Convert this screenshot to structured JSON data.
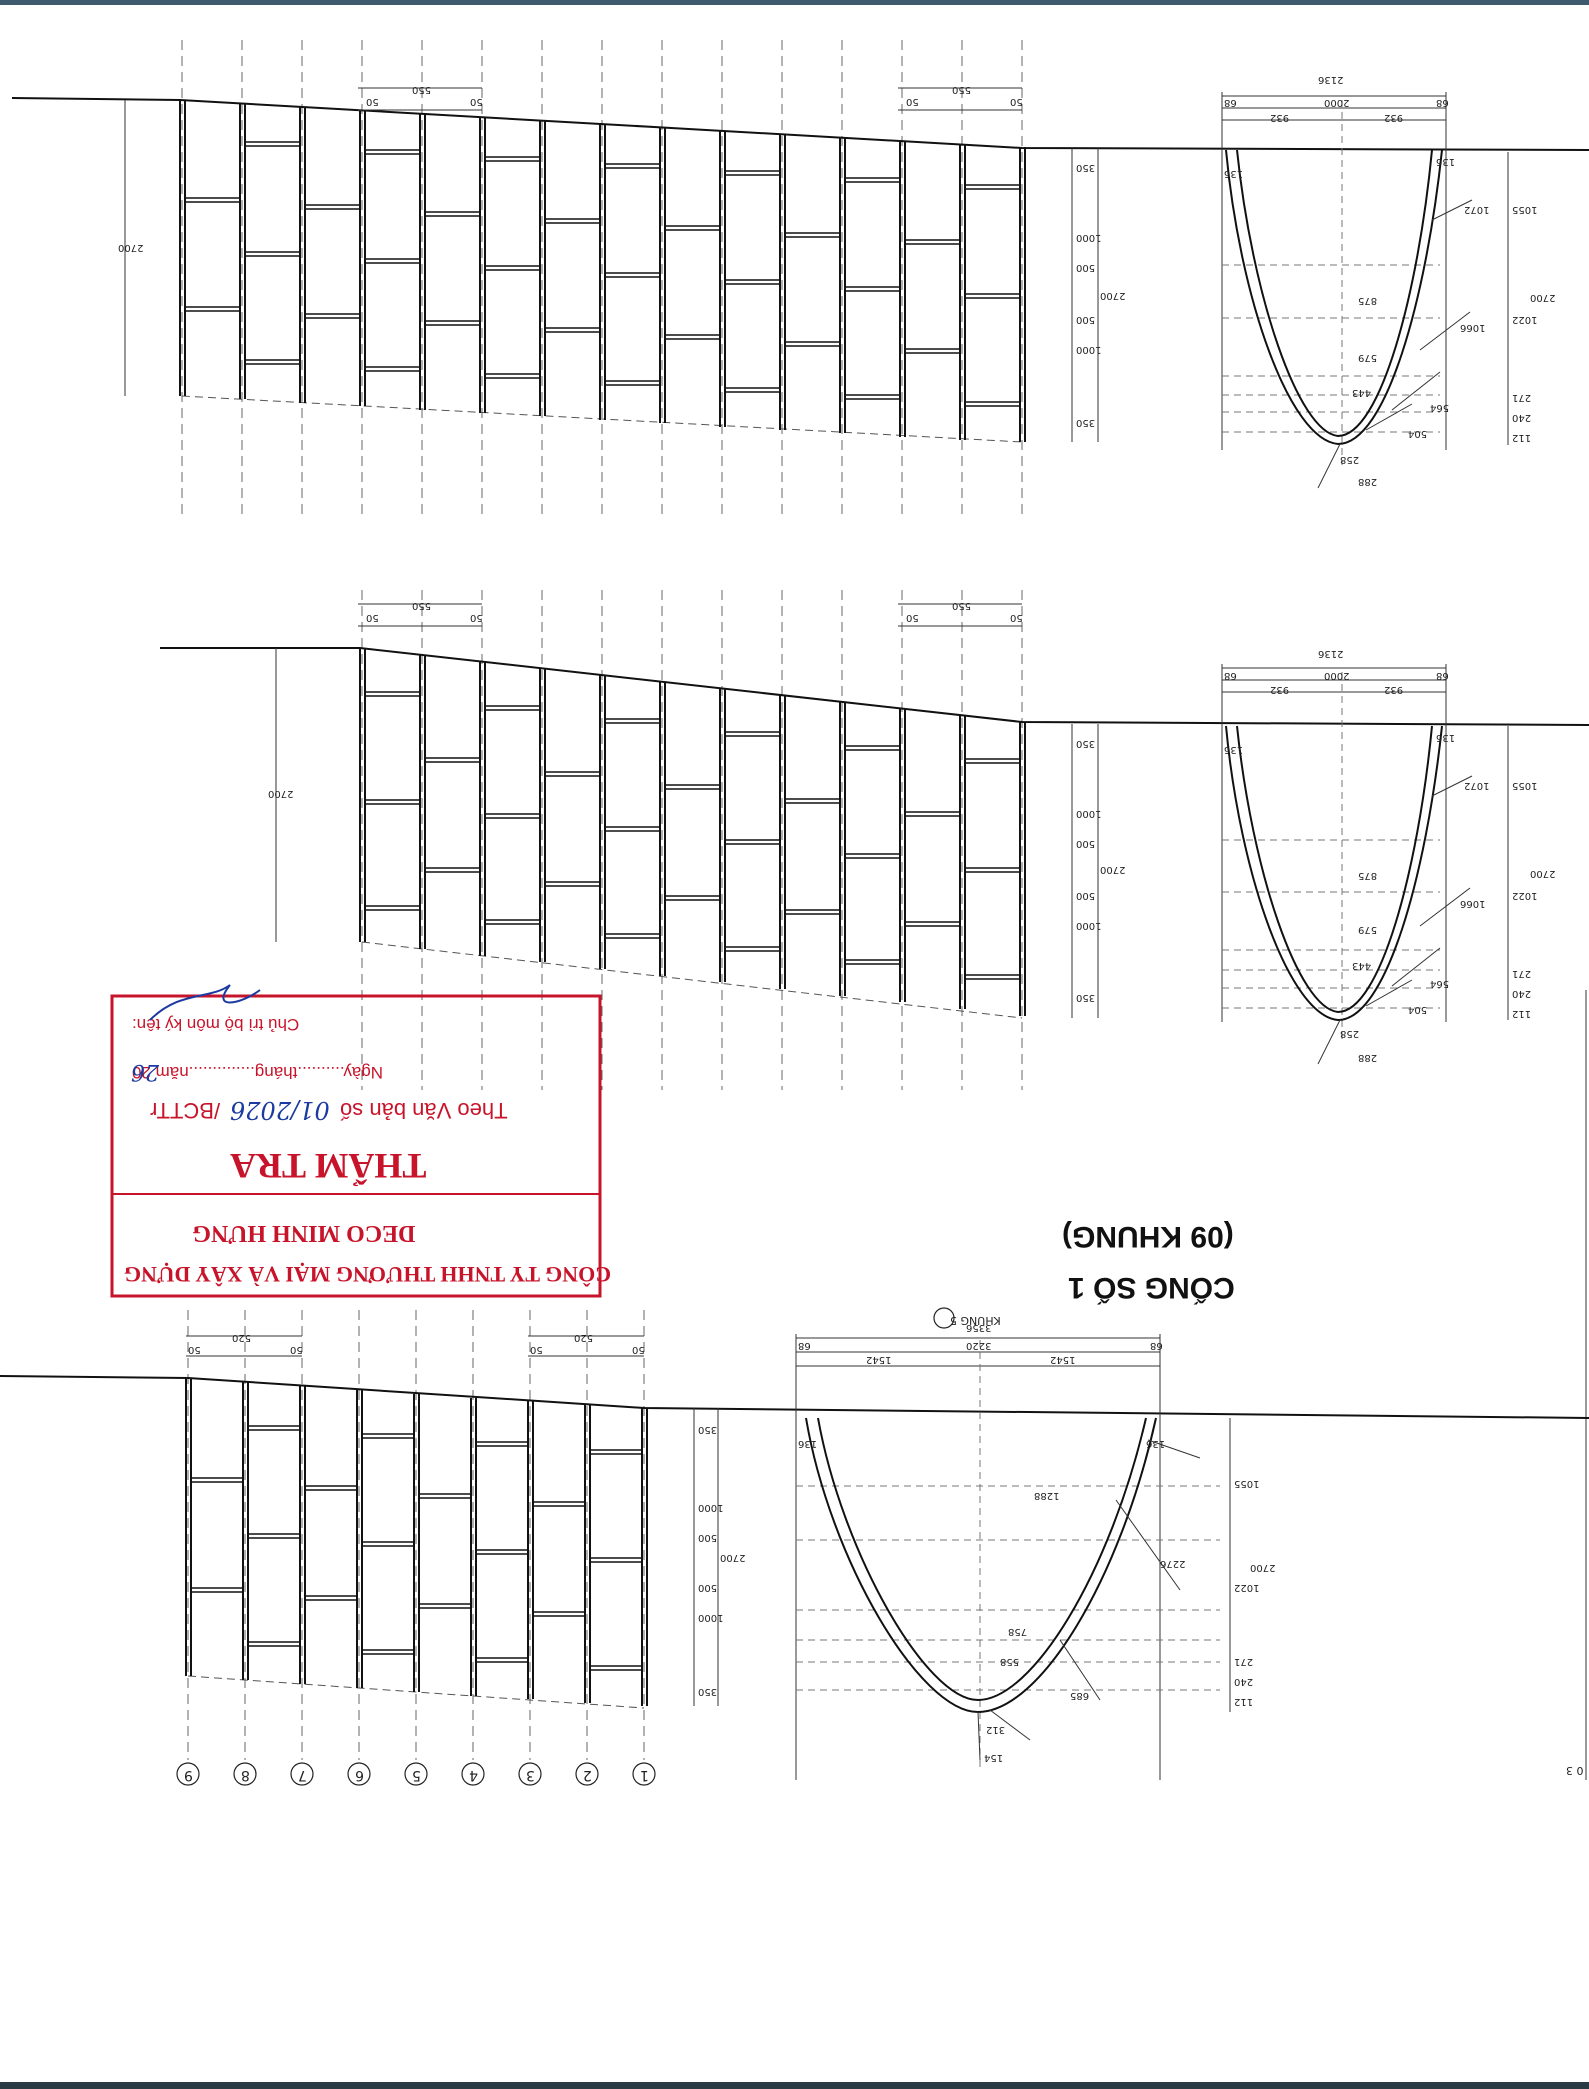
{
  "title": {
    "line1": "CỐNG SỐ 1",
    "line2": "(09 KHUNG)"
  },
  "frame_label": "KHUNG 5",
  "frame_dims": {
    "outer_width": "2136",
    "inner_width": "2000",
    "edge": "68",
    "half": "932",
    "total_height": "2700",
    "segments_right": [
      "1055",
      "1022",
      "271",
      "240",
      "112"
    ],
    "arc_labels": [
      "1072",
      "1066",
      "564",
      "504",
      "288"
    ],
    "horizontal_labels": [
      "875",
      "579",
      "443",
      "258"
    ],
    "wall": "136"
  },
  "frame5_dims": {
    "outer_width": "3356",
    "inner_width": "3220",
    "edge": "68",
    "half": "1542",
    "total_height": "2700",
    "segments_right": [
      "1055",
      "1022",
      "271",
      "240",
      "112"
    ],
    "arc_labels": [
      "2276",
      "685",
      "154"
    ],
    "horizontal_labels": [
      "1288",
      "758",
      "558",
      "312"
    ],
    "wall": "136"
  },
  "wall_dims": {
    "spacing_top": [
      "50",
      "550",
      "50"
    ],
    "spacing_bottom": [
      "50",
      "520",
      "50"
    ],
    "vertical": [
      "350",
      "1000",
      "500",
      "500",
      "1000",
      "350"
    ],
    "total": "2700"
  },
  "grid_labels": [
    "1",
    "2",
    "3",
    "4",
    "5",
    "6",
    "7",
    "8",
    "9"
  ],
  "edge_mark": "0 3",
  "stamp": {
    "company_line1": "CÔNG TY TNHH THƯƠNG MẠI VÀ XÂY DỰNG",
    "company_line2": "DECO MINH HƯNG",
    "heading": "THẨM TRA",
    "doc_prefix": "Theo Văn bản số",
    "doc_number": "01/2026",
    "doc_suffix": "/BCTTr",
    "date_line": "Ngày..........tháng..............năm 20",
    "year_suffix": "26",
    "signer": "Chủ trì bộ môn ký tên:"
  },
  "colors": {
    "line": "#1a1a1a",
    "dashed": "#555555",
    "stamp": "#c8142a",
    "ink": "#1c3aa0",
    "border_top": "#3d5a6e"
  }
}
